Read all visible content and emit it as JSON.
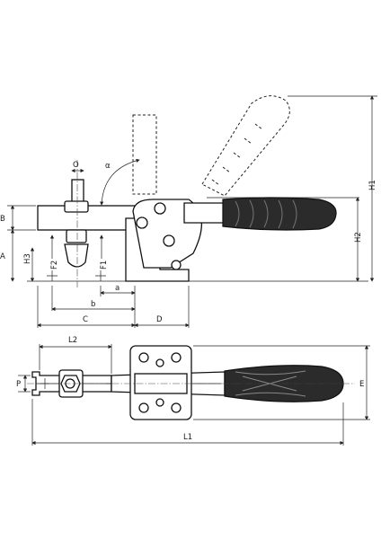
{
  "dimensions": {
    "H1": "H1",
    "H2": "H2",
    "A": "A",
    "B": "B",
    "H3": "H3",
    "F1": "F1",
    "F2": "F2",
    "O": "O",
    "alpha": "α",
    "a": "a",
    "b": "b",
    "C": "C",
    "D": "D",
    "L1": "L1",
    "L2": "L2",
    "P": "P",
    "E": "E"
  }
}
